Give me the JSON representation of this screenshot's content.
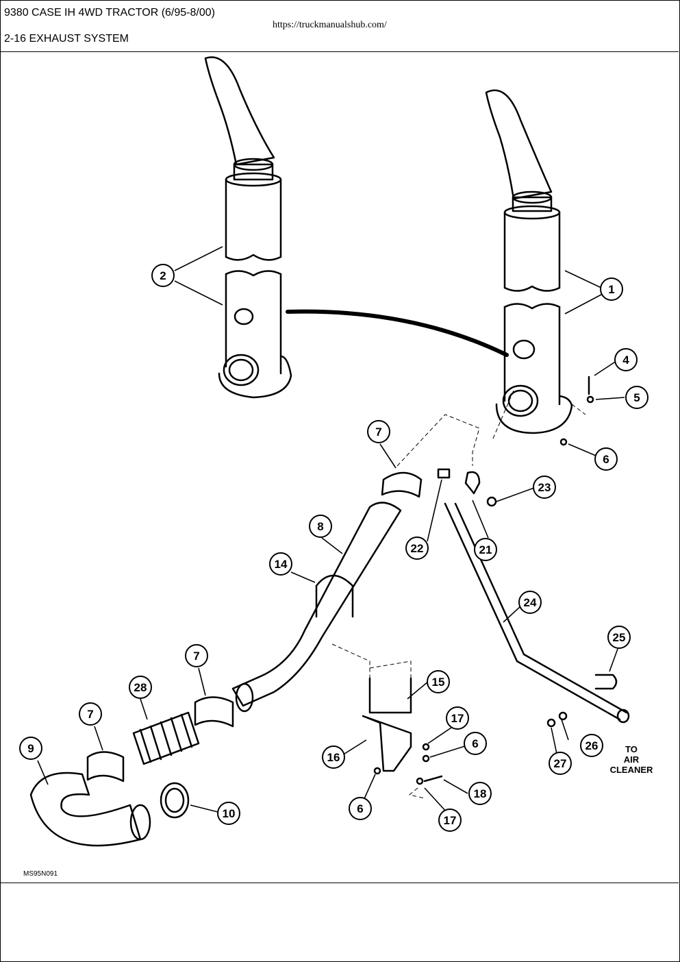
{
  "header": {
    "title": "9380 CASE IH 4WD TRACTOR (6/95-8/00)",
    "section": "2-16 EXHAUST SYSTEM",
    "url": "https://truckmanualshub.com/"
  },
  "figure": {
    "id": "MS95N091",
    "note": [
      "TO",
      "AIR",
      "CLEANER"
    ],
    "callouts": [
      "1",
      "2",
      "4",
      "5",
      "6",
      "6",
      "6",
      "7",
      "7",
      "7",
      "8",
      "9",
      "10",
      "14",
      "15",
      "16",
      "17",
      "17",
      "18",
      "21",
      "22",
      "23",
      "24",
      "25",
      "26",
      "27",
      "28"
    ]
  }
}
